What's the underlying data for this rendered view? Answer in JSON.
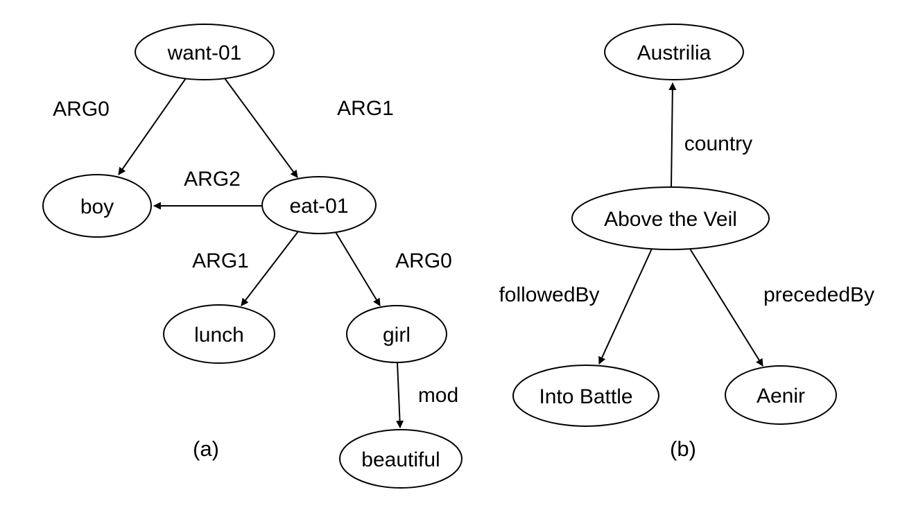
{
  "figure": {
    "background_color": "#ffffff",
    "stroke_color": "#000000",
    "panel_a": {
      "caption": "(a)",
      "nodes": {
        "want": {
          "label": "want-01"
        },
        "boy": {
          "label": "boy"
        },
        "eat": {
          "label": "eat-01"
        },
        "lunch": {
          "label": "lunch"
        },
        "girl": {
          "label": "girl"
        },
        "beautiful": {
          "label": "beautiful"
        }
      },
      "edges": {
        "want_boy": {
          "from": "want-01",
          "to": "boy",
          "label": "ARG0"
        },
        "want_eat": {
          "from": "want-01",
          "to": "eat-01",
          "label": "ARG1"
        },
        "eat_boy": {
          "from": "eat-01",
          "to": "boy",
          "label": "ARG2"
        },
        "eat_lunch": {
          "from": "eat-01",
          "to": "lunch",
          "label": "ARG1"
        },
        "eat_girl": {
          "from": "eat-01",
          "to": "girl",
          "label": "ARG0"
        },
        "girl_beautiful": {
          "from": "girl",
          "to": "beautiful",
          "label": "mod"
        }
      }
    },
    "panel_b": {
      "caption": "(b)",
      "nodes": {
        "austrilia": {
          "label": "Austrilia"
        },
        "above_the_veil": {
          "label": "Above the Veil"
        },
        "into_battle": {
          "label": "Into Battle"
        },
        "aenir": {
          "label": "Aenir"
        }
      },
      "edges": {
        "veil_austrilia": {
          "from": "Above the Veil",
          "to": "Austrilia",
          "label": "country"
        },
        "veil_into_battle": {
          "from": "Above the Veil",
          "to": "Into Battle",
          "label": "followedBy"
        },
        "veil_aenir": {
          "from": "Above the Veil",
          "to": "Aenir",
          "label": "precededBy"
        }
      }
    }
  }
}
